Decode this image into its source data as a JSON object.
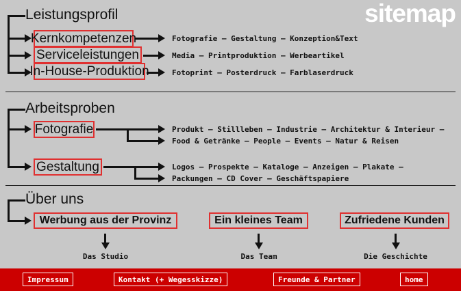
{
  "page": {
    "watermark_title": "sitemap",
    "background_color": "#c8c8c8",
    "accent_color": "#cc0000",
    "box_border_color": "#e03030"
  },
  "sections": [
    {
      "heading": "Leistungsprofil",
      "nodes": [
        {
          "label": "Kernkompetenzen",
          "leaves": [
            "Fotografie  –  Gestaltung  –  Konzeption&Text"
          ]
        },
        {
          "label": "Serviceleistungen",
          "leaves": [
            "Media  –  Printproduktion  –  Werbeartikel"
          ]
        },
        {
          "label": "In-House-Produktion",
          "leaves": [
            "Fotoprint  –  Posterdruck  –  Farblaserdruck"
          ]
        }
      ]
    },
    {
      "heading": "Arbeitsproben",
      "nodes": [
        {
          "label": "Fotografie",
          "leaves": [
            "Produkt  –  Stillleben  –  Industrie  –  Architektur & Interieur  –",
            "Food & Getränke  –  People  –  Events  –  Natur & Reisen"
          ]
        },
        {
          "label": "Gestaltung",
          "leaves": [
            "Logos  –   Prospekte  –  Kataloge  –  Anzeigen  –  Plakate  –",
            "Packungen   –  CD Cover  –   Geschäftspapiere"
          ]
        }
      ]
    },
    {
      "heading": "Über uns",
      "cards": [
        {
          "label": "Werbung aus der Provinz",
          "caption": "Das Studio"
        },
        {
          "label": "Ein kleines Team",
          "caption": "Das Team"
        },
        {
          "label": "Zufriedene Kunden",
          "caption": "Die Geschichte"
        }
      ]
    }
  ],
  "footer": {
    "items": [
      {
        "label": "Impressum"
      },
      {
        "label": "Kontakt (+ Wegesskizze)"
      },
      {
        "label": "Freunde & Partner"
      },
      {
        "label": "home"
      }
    ]
  }
}
